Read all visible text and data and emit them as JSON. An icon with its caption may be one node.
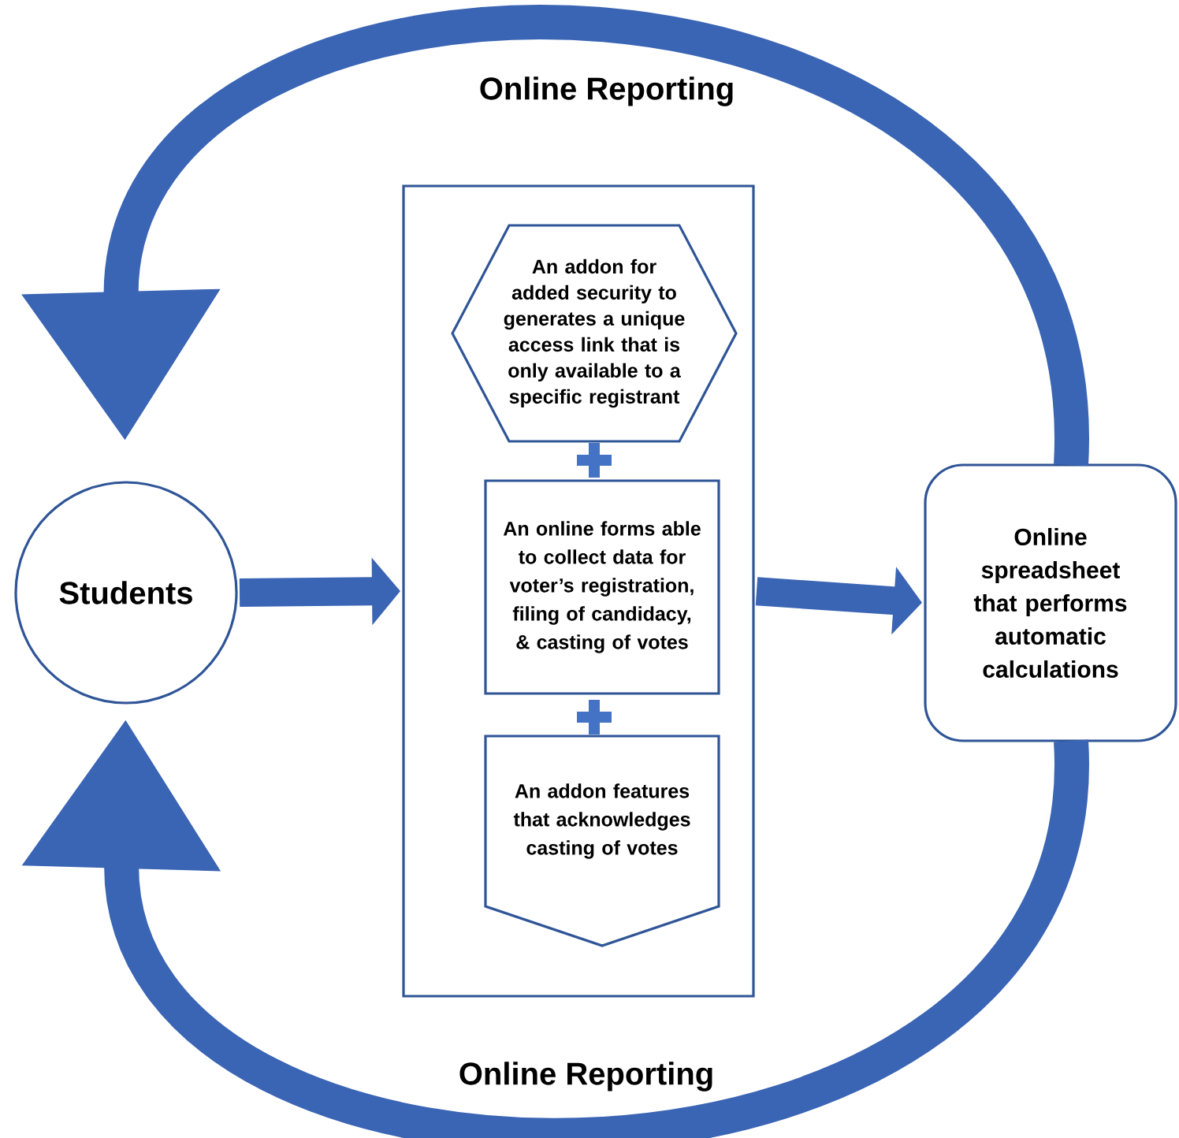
{
  "diagram": {
    "nodes": [
      {
        "text": [
          "Students"
        ]
      },
      {
        "text": [],
        "shape": "box"
      },
      {
        "text": [
          "An addon for added security to generates a unique access link that is only available to a specific registrant"
        ],
        "in": 1
      },
      {
        "text": [
          "An online forms able to collect data for voter’s registration, filing of candidacy, & casting of votes"
        ],
        "in": 1
      },
      {
        "text": [
          "An addon features that acknowledges casting of votes"
        ],
        "in": 1
      },
      {
        "text": [
          "Online spreadsheet that performs automatic calculations"
        ]
      }
    ],
    "edges": [
      {
        "from": 0,
        "to": 1,
        "arrow": "to"
      },
      {
        "from": 1,
        "to": 5,
        "arrow": "to"
      },
      {
        "from": 5,
        "to": 0,
        "arrow": "to",
        "label": "Online Reporting"
      },
      {
        "from": 5,
        "to": 0,
        "arrow": "to",
        "label": "Online Reporting"
      }
    ]
  }
}
